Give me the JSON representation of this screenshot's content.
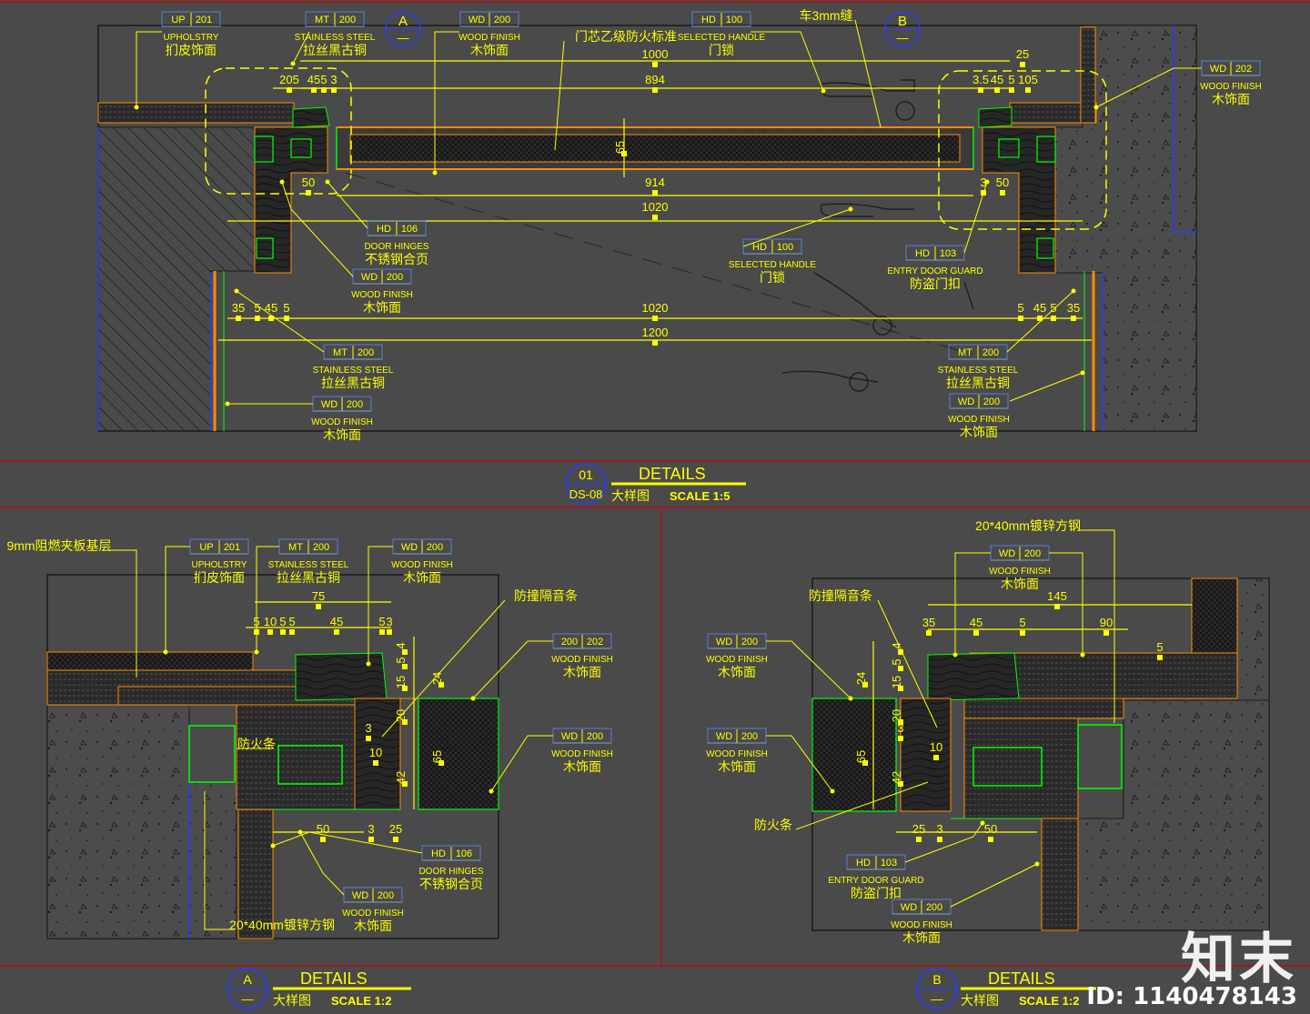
{
  "labels": {
    "top": [
      {
        "code": "UP",
        "num": "201",
        "en": "UPHOLSTRY",
        "cn": "扪皮饰面"
      },
      {
        "code": "MT",
        "num": "200",
        "en": "STAINLESS STEEL",
        "cn": "拉丝黑古铜"
      },
      {
        "code": "WD",
        "num": "200",
        "en": "WOOD FINISH",
        "cn": "木饰面"
      },
      {
        "code": "HD",
        "num": "100",
        "en": "SELECTED HANDLE",
        "cn": "门锁"
      },
      {
        "code": "WD",
        "num": "202",
        "en": "WOOD FINISH",
        "cn": "木饰面"
      },
      {
        "code": "HD",
        "num": "106",
        "en": "DOOR HINGES",
        "cn": "不锈钢合页"
      },
      {
        "code": "WD",
        "num": "200",
        "en": "WOOD FINISH",
        "cn": "木饰面"
      },
      {
        "code": "HD",
        "num": "100",
        "en": "SELECTED HANDLE",
        "cn": "门锁"
      },
      {
        "code": "HD",
        "num": "103",
        "en": "ENTRY DOOR GUARD",
        "cn": "防盗门扣"
      },
      {
        "code": "MT",
        "num": "200",
        "en": "STAINLESS STEEL",
        "cn": "拉丝黑古铜"
      },
      {
        "code": "MT",
        "num": "200",
        "en": "STAINLESS STEEL",
        "cn": "拉丝黑古铜"
      },
      {
        "code": "WD",
        "num": "200",
        "en": "WOOD FINISH",
        "cn": "木饰面"
      },
      {
        "code": "WD",
        "num": "200",
        "en": "WOOD FINISH",
        "cn": "木饰面"
      }
    ],
    "a": [
      {
        "code": "UP",
        "num": "201",
        "en": "UPHOLSTRY",
        "cn": "扪皮饰面"
      },
      {
        "code": "MT",
        "num": "200",
        "en": "STAINLESS STEEL",
        "cn": "拉丝黑古铜"
      },
      {
        "code": "WD",
        "num": "200",
        "en": "WOOD FINISH",
        "cn": "木饰面"
      },
      {
        "code": "200",
        "num": "202",
        "en": "WOOD FINISH",
        "cn": "木饰面"
      },
      {
        "code": "WD",
        "num": "200",
        "en": "WOOD FINISH",
        "cn": "木饰面"
      },
      {
        "code": "HD",
        "num": "106",
        "en": "DOOR HINGES",
        "cn": "不锈钢合页"
      },
      {
        "code": "WD",
        "num": "200",
        "en": "WOOD FINISH",
        "cn": "木饰面"
      }
    ],
    "b": [
      {
        "code": "WD",
        "num": "200",
        "en": "WOOD FINISH",
        "cn": "木饰面"
      },
      {
        "code": "WD",
        "num": "200",
        "en": "WOOD FINISH",
        "cn": "木饰面"
      },
      {
        "code": "WD",
        "num": "200",
        "en": "WOOD FINISH",
        "cn": "木饰面"
      },
      {
        "code": "HD",
        "num": "103",
        "en": "ENTRY DOOR GUARD",
        "cn": "防盗门扣"
      },
      {
        "code": "WD",
        "num": "200",
        "en": "WOOD FINISH",
        "cn": "木饰面"
      }
    ]
  },
  "notes": {
    "top": [
      "门芯乙级防火标准",
      "车3mm缝"
    ],
    "a": [
      "9mm阻燃夹板基层",
      "防撞隔音条",
      "防火条",
      "20*40mm镀锌方钢"
    ],
    "b": [
      "20*40mm镀锌方钢",
      "防撞隔音条",
      "防火条"
    ]
  },
  "dims": {
    "top": [
      "205",
      "45",
      "5",
      "3",
      "1000",
      "894",
      "65",
      "914",
      "1020",
      "50",
      "25",
      "3.5",
      "45",
      "5",
      "105",
      "50",
      "3",
      "35",
      "5",
      "45",
      "5",
      "1020",
      "1200",
      "5",
      "45",
      "5",
      "35"
    ],
    "a": [
      "75",
      "5",
      "10",
      "5",
      "5",
      "45",
      "5",
      "3",
      "15",
      "5",
      "4",
      "24",
      "3",
      "20",
      "10",
      "65",
      "42",
      "50",
      "25",
      "3"
    ],
    "b": [
      "145",
      "35",
      "45",
      "5",
      "90",
      "24",
      "15",
      "5",
      "4",
      "20",
      "3",
      "65",
      "10",
      "42",
      "25",
      "3",
      "50",
      "5"
    ]
  },
  "section_markers": [
    {
      "letter": "A",
      "sheet": "—"
    },
    {
      "letter": "B",
      "sheet": "—"
    }
  ],
  "titles": [
    {
      "num": "01",
      "sheet": "DS-08",
      "title": "DETAILS",
      "sub": "大样图",
      "scale": "SCALE 1:5"
    },
    {
      "num": "A",
      "sheet": "—",
      "title": "DETAILS",
      "sub": "大样图",
      "scale": "SCALE 1:2"
    },
    {
      "num": "B",
      "sheet": "—",
      "title": "DETAILS",
      "sub": "大样图",
      "scale": "SCALE 1:2"
    }
  ],
  "watermark": {
    "brand": "知末",
    "id": "ID: 1140478143"
  },
  "colors": {
    "background": "#4a4a4a",
    "annotation": "#ffff00",
    "frame": "#cc0000",
    "green": "#00ff00",
    "orange": "#ff8c00",
    "blue": "#2a3cff"
  }
}
